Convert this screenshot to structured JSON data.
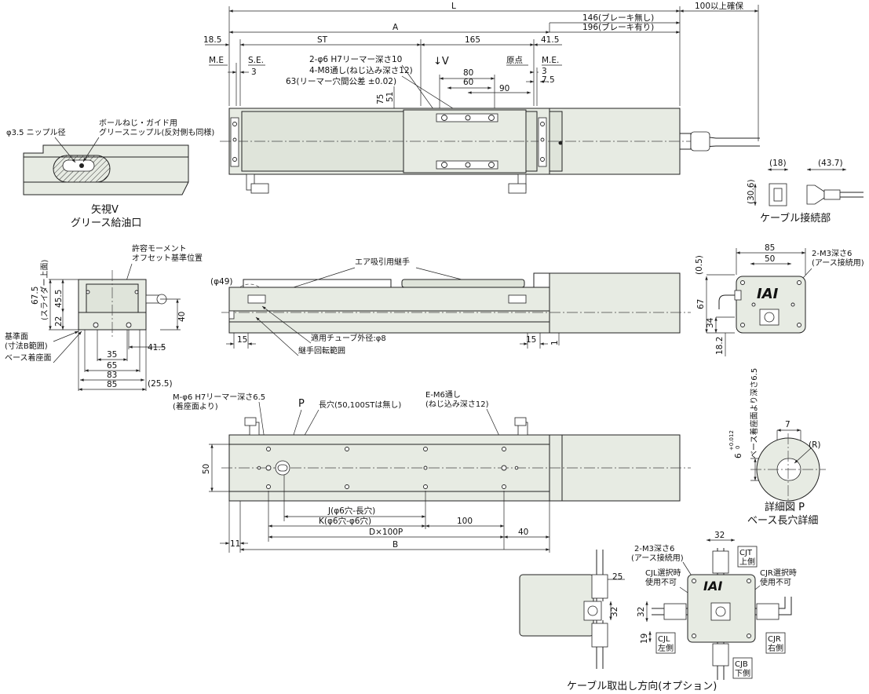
{
  "top_view": {
    "L": "L",
    "brake_none": "146(ブレーキ無し)",
    "brake_with": "196(ブレーキ有り)",
    "clearance": "100以上確保",
    "d_18_5": "18.5",
    "A": "A",
    "ST": "ST",
    "d_165": "165",
    "d_41_5": "41.5",
    "ME_left": "M.E",
    "SE": "S.E.",
    "d_3_left": "3",
    "ream_note": "2-φ6 H7リーマー深さ10",
    "tap_note": "4-M8通し(ねじ込み深さ12)",
    "pitch_note": "63(リーマー穴間公差 ±0.02)",
    "view_v": "↓V",
    "d_80": "80",
    "d_60": "60",
    "d_90": "90",
    "origin": "原点",
    "ME_right": "M.E.",
    "d_3_right": "3",
    "d_7_5": "7.5",
    "d_75": "75",
    "d_51": "51"
  },
  "grease_view": {
    "nipple_dia": "φ3.5 ニップル径",
    "nipple_note1": "ボールねじ・ガイド用",
    "nipple_note2": "グリースニップル(反対側も同様)",
    "title1": "矢視V",
    "title2": "グリース給油口"
  },
  "cable_detail": {
    "d_18": "(18)",
    "d_43_7": "(43.7)",
    "d_30_6": "(30.6)",
    "title": "ケーブル接続部"
  },
  "end_view": {
    "moment_note1": "許容モーメント",
    "moment_note2": "オフセット基準位置",
    "d_45_5": "45.5",
    "d_67_5": "67.5",
    "slider_top": "(スライダー上面)",
    "d_22": "22",
    "d_40": "40",
    "ref_face": "基準面",
    "ref_range": "(寸法B範囲)",
    "base_face": "ベース着座面",
    "d_41_5": "41.5",
    "d_35": "35",
    "d_65": "65",
    "d_83": "83",
    "d_85": "85",
    "d_25_5": "(25.5)"
  },
  "side_view": {
    "air_fitting": "エア吸引用継手",
    "d_49": "(φ49)",
    "d_15_left": "15",
    "tube_od": "適用チューブ外径:φ8",
    "rotation": "継手回転範囲",
    "d_15_right": "15",
    "d_1": "1"
  },
  "motor_end_view": {
    "d_85": "85",
    "d_50": "50",
    "earth_tap1": "2-M3深さ6",
    "earth_tap2": "(アース接続用)",
    "d_0_5": "(0.5)",
    "d_67": "67",
    "d_34": "34",
    "d_18_2": "18.2",
    "logo": "IAI"
  },
  "bottom_view": {
    "ream_note1": "M-φ6 H7リーマー深さ6.5",
    "ream_note2": "(着座面より)",
    "P": "P",
    "slot_note": "長穴(50,100STは無し)",
    "tap_note1": "E-M6通し",
    "tap_note2": "(ねじ込み深さ12)",
    "d_50": "50",
    "J": "J(φ6穴-長穴)",
    "K": "K(φ6穴-φ6穴)",
    "d_100": "100",
    "DxP": "D×100P",
    "d_40": "40",
    "B": "B",
    "d_11": "11"
  },
  "detail_p": {
    "depth_note": "ベース着座面より深さ6.5",
    "tol_dim": "6",
    "tol_upper": "+0.012",
    "tol_lower": "0",
    "d_7": "7",
    "R": "(R)",
    "title1": "詳細図 P",
    "title2": "ベース長穴詳細"
  },
  "cable_options": {
    "earth_tap1": "2-M3深さ6",
    "earth_tap2": "(アース接続用)",
    "d_32_top": "32",
    "CJT1": "CJT",
    "CJT2": "上側",
    "d_25": "25",
    "CJL_note1": "CJL選択時",
    "CJL_note2": "使用不可",
    "CJR_note1": "CJR選択時",
    "CJR_note2": "使用不可",
    "d_32_a": "32",
    "d_32_b": "32",
    "d_19": "19",
    "CJL1": "CJL",
    "CJL2": "左側",
    "CJR1": "CJR",
    "CJR2": "右側",
    "CJB1": "CJB",
    "CJB2": "下側",
    "logo": "IAI",
    "title": "ケーブル取出し方向(オプション)"
  }
}
